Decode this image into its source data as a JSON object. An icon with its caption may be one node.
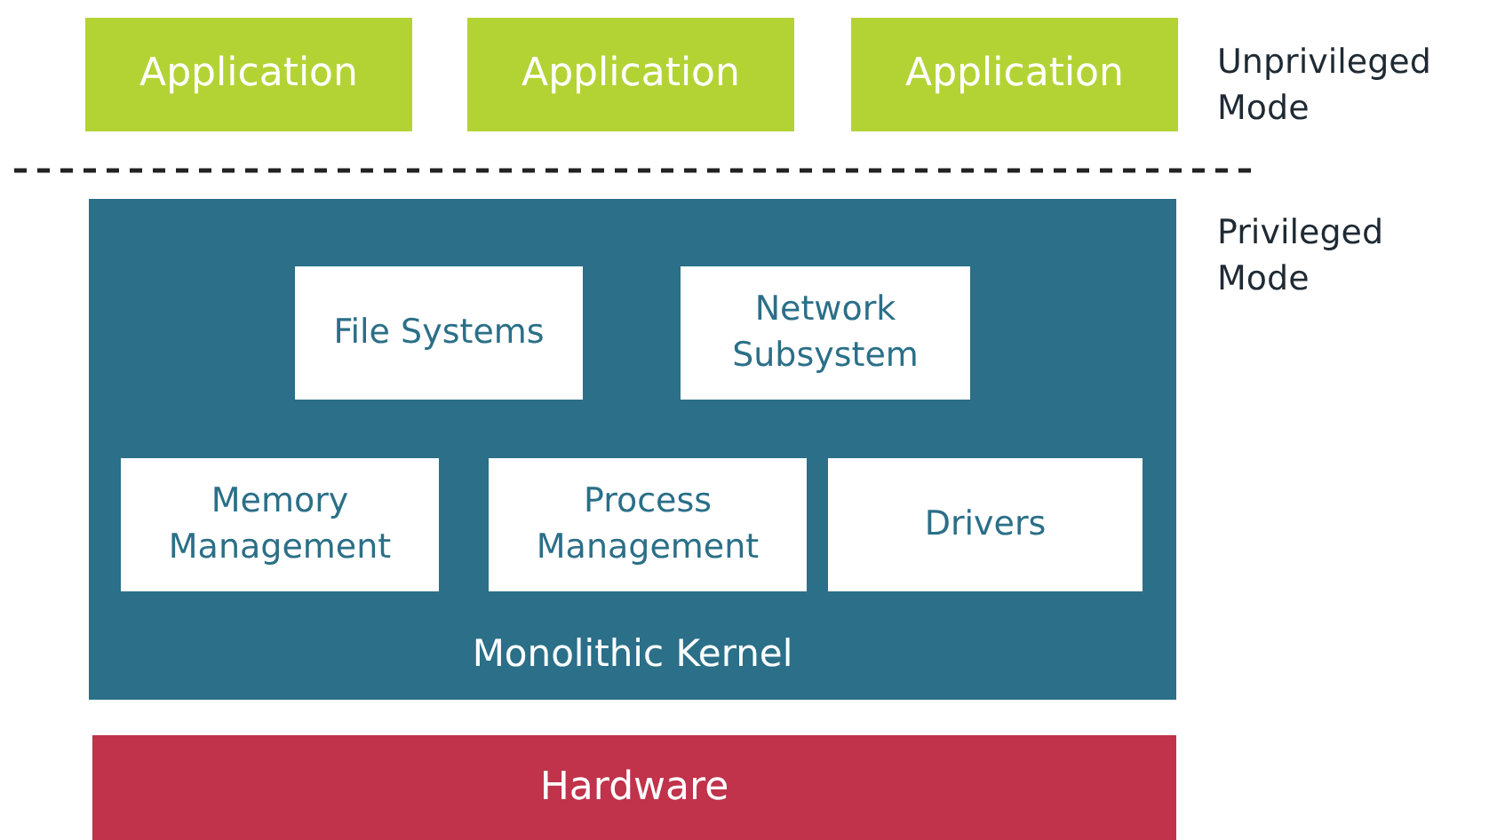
{
  "diagram": {
    "nodes": [
      {
        "text": [
          "Application"
        ]
      },
      {
        "text": [
          "Application"
        ]
      },
      {
        "text": [
          "Application"
        ]
      },
      {
        "text": [
          "Monolithic Kernel"
        ]
      },
      {
        "text": [
          "File Systems"
        ],
        "in": 3
      },
      {
        "text": [
          "Network Subsystem"
        ],
        "in": 3
      },
      {
        "text": [
          "Memory Management"
        ],
        "in": 3
      },
      {
        "text": [
          "Process Management"
        ],
        "in": 3
      },
      {
        "text": [
          "Drivers"
        ],
        "in": 3
      },
      {
        "text": [
          "Hardware"
        ]
      }
    ],
    "labels": [
      "Unprivileged Mode",
      "Privileged Mode"
    ]
  }
}
